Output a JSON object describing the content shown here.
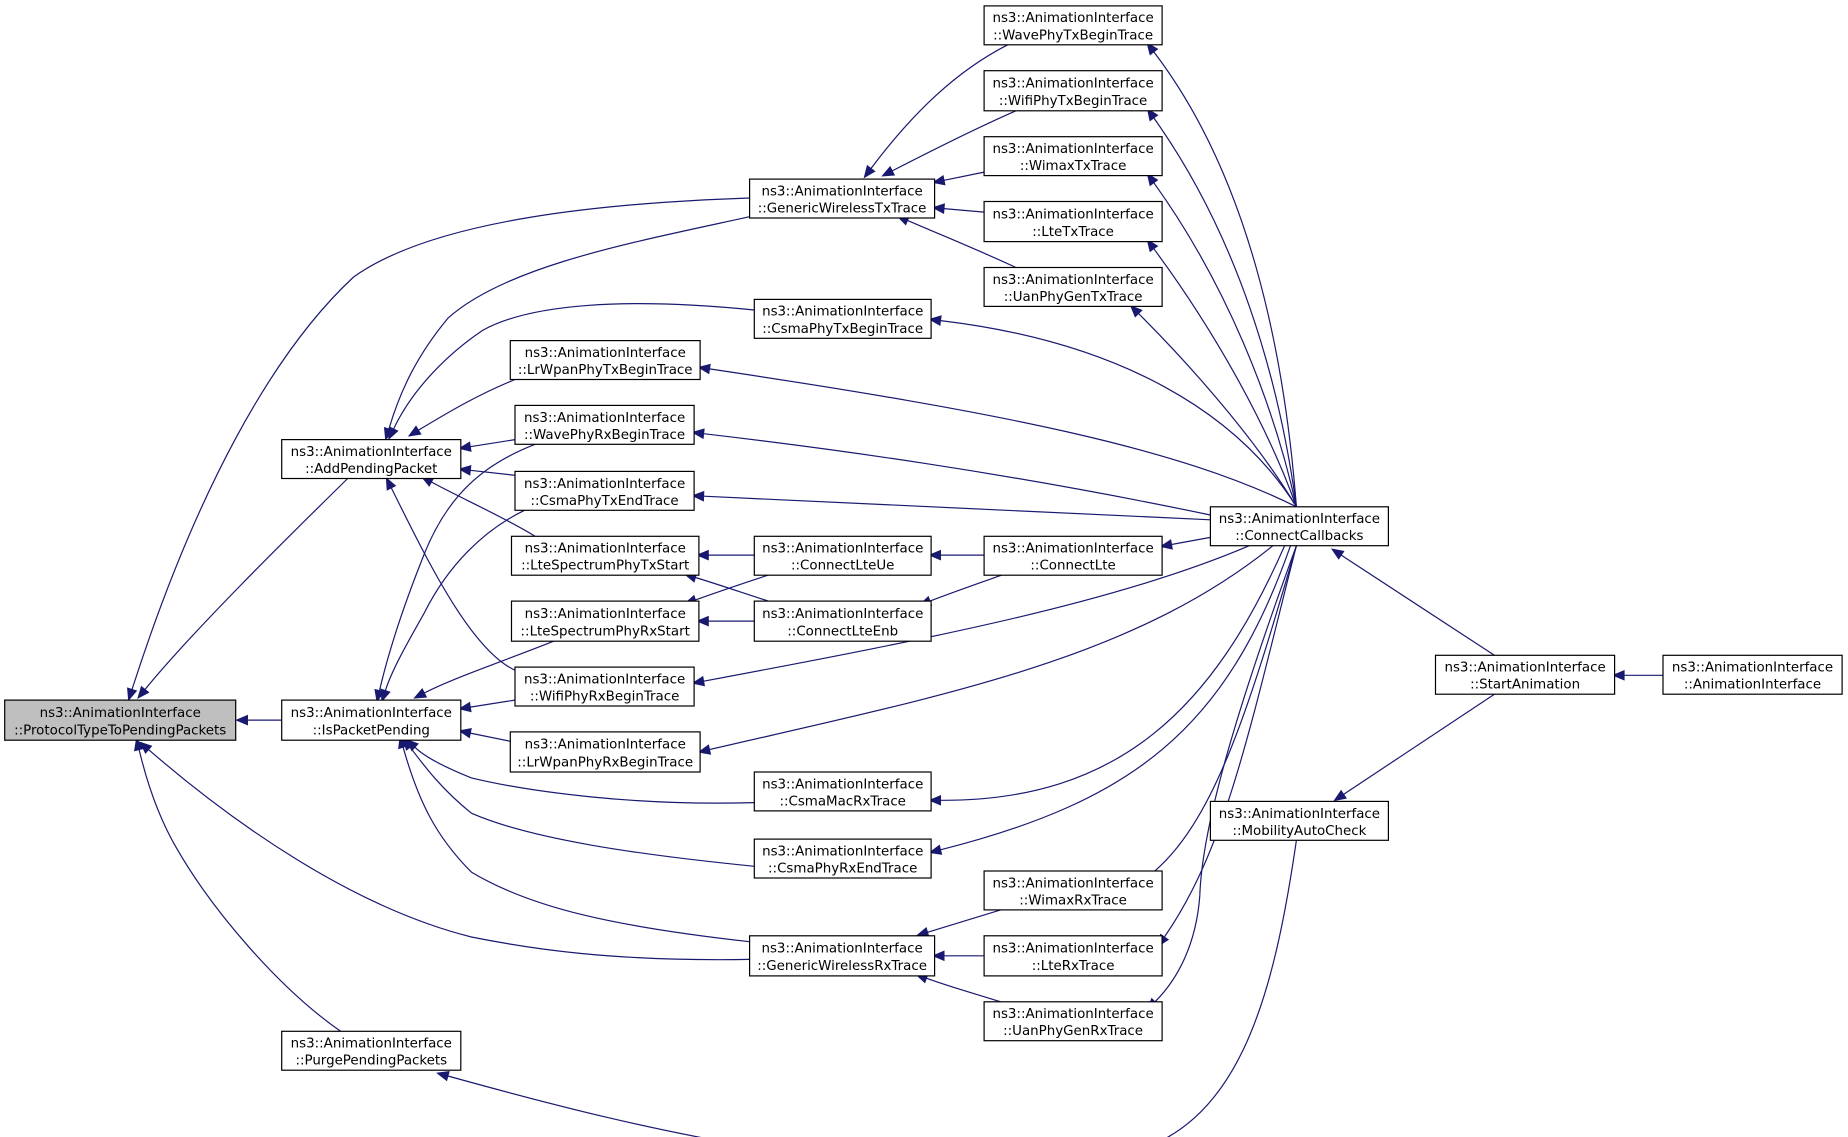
{
  "diagram": {
    "type": "call-graph",
    "colors": {
      "edge": "#191970",
      "node_border": "#000000",
      "node_fill": "#ffffff",
      "root_fill": "#bfbfbf"
    },
    "nodes": [
      {
        "id": "ProtocolTypeToPendingPackets",
        "line1": "ns3::AnimationInterface",
        "line2": "::ProtocolTypeToPendingPackets",
        "root": true
      },
      {
        "id": "AddPendingPacket",
        "line1": "ns3::AnimationInterface",
        "line2": "::AddPendingPacket"
      },
      {
        "id": "IsPacketPending",
        "line1": "ns3::AnimationInterface",
        "line2": "::IsPacketPending"
      },
      {
        "id": "PurgePendingPackets",
        "line1": "ns3::AnimationInterface",
        "line2": "::PurgePendingPackets"
      },
      {
        "id": "GenericWirelessTxTrace",
        "line1": "ns3::AnimationInterface",
        "line2": "::GenericWirelessTxTrace"
      },
      {
        "id": "CsmaPhyTxBeginTrace",
        "line1": "ns3::AnimationInterface",
        "line2": "::CsmaPhyTxBeginTrace"
      },
      {
        "id": "LrWpanPhyTxBeginTrace",
        "line1": "ns3::AnimationInterface",
        "line2": "::LrWpanPhyTxBeginTrace"
      },
      {
        "id": "WavePhyRxBeginTrace",
        "line1": "ns3::AnimationInterface",
        "line2": "::WavePhyRxBeginTrace"
      },
      {
        "id": "CsmaPhyTxEndTrace",
        "line1": "ns3::AnimationInterface",
        "line2": "::CsmaPhyTxEndTrace"
      },
      {
        "id": "LteSpectrumPhyTxStart",
        "line1": "ns3::AnimationInterface",
        "line2": "::LteSpectrumPhyTxStart"
      },
      {
        "id": "LteSpectrumPhyRxStart",
        "line1": "ns3::AnimationInterface",
        "line2": "::LteSpectrumPhyRxStart"
      },
      {
        "id": "WifiPhyRxBeginTrace",
        "line1": "ns3::AnimationInterface",
        "line2": "::WifiPhyRxBeginTrace"
      },
      {
        "id": "LrWpanPhyRxBeginTrace",
        "line1": "ns3::AnimationInterface",
        "line2": "::LrWpanPhyRxBeginTrace"
      },
      {
        "id": "CsmaMacRxTrace",
        "line1": "ns3::AnimationInterface",
        "line2": "::CsmaMacRxTrace"
      },
      {
        "id": "CsmaPhyRxEndTrace",
        "line1": "ns3::AnimationInterface",
        "line2": "::CsmaPhyRxEndTrace"
      },
      {
        "id": "GenericWirelessRxTrace",
        "line1": "ns3::AnimationInterface",
        "line2": "::GenericWirelessRxTrace"
      },
      {
        "id": "ConnectLteUe",
        "line1": "ns3::AnimationInterface",
        "line2": "::ConnectLteUe"
      },
      {
        "id": "ConnectLteEnb",
        "line1": "ns3::AnimationInterface",
        "line2": "::ConnectLteEnb"
      },
      {
        "id": "WavePhyTxBeginTrace",
        "line1": "ns3::AnimationInterface",
        "line2": "::WavePhyTxBeginTrace"
      },
      {
        "id": "WifiPhyTxBeginTrace",
        "line1": "ns3::AnimationInterface",
        "line2": "::WifiPhyTxBeginTrace"
      },
      {
        "id": "WimaxTxTrace",
        "line1": "ns3::AnimationInterface",
        "line2": "::WimaxTxTrace"
      },
      {
        "id": "LteTxTrace",
        "line1": "ns3::AnimationInterface",
        "line2": "::LteTxTrace"
      },
      {
        "id": "UanPhyGenTxTrace",
        "line1": "ns3::AnimationInterface",
        "line2": "::UanPhyGenTxTrace"
      },
      {
        "id": "ConnectLte",
        "line1": "ns3::AnimationInterface",
        "line2": "::ConnectLte"
      },
      {
        "id": "WimaxRxTrace",
        "line1": "ns3::AnimationInterface",
        "line2": "::WimaxRxTrace"
      },
      {
        "id": "LteRxTrace",
        "line1": "ns3::AnimationInterface",
        "line2": "::LteRxTrace"
      },
      {
        "id": "UanPhyGenRxTrace",
        "line1": "ns3::AnimationInterface",
        "line2": "::UanPhyGenRxTrace"
      },
      {
        "id": "ConnectCallbacks",
        "line1": "ns3::AnimationInterface",
        "line2": "::ConnectCallbacks"
      },
      {
        "id": "MobilityAutoCheck",
        "line1": "ns3::AnimationInterface",
        "line2": "::MobilityAutoCheck"
      },
      {
        "id": "StartAnimation",
        "line1": "ns3::AnimationInterface",
        "line2": "::StartAnimation"
      },
      {
        "id": "AnimationInterface",
        "line1": "ns3::AnimationInterface",
        "line2": "::AnimationInterface"
      }
    ],
    "edges": [
      {
        "from": "AddPendingPacket",
        "to": "ProtocolTypeToPendingPackets"
      },
      {
        "from": "IsPacketPending",
        "to": "ProtocolTypeToPendingPackets"
      },
      {
        "from": "PurgePendingPackets",
        "to": "ProtocolTypeToPendingPackets"
      },
      {
        "from": "GenericWirelessTxTrace",
        "to": "ProtocolTypeToPendingPackets"
      },
      {
        "from": "GenericWirelessRxTrace",
        "to": "ProtocolTypeToPendingPackets"
      },
      {
        "from": "GenericWirelessTxTrace",
        "to": "AddPendingPacket"
      },
      {
        "from": "CsmaPhyTxBeginTrace",
        "to": "AddPendingPacket"
      },
      {
        "from": "LrWpanPhyTxBeginTrace",
        "to": "AddPendingPacket"
      },
      {
        "from": "WavePhyRxBeginTrace",
        "to": "AddPendingPacket"
      },
      {
        "from": "CsmaPhyTxEndTrace",
        "to": "AddPendingPacket"
      },
      {
        "from": "LteSpectrumPhyTxStart",
        "to": "AddPendingPacket"
      },
      {
        "from": "WifiPhyRxBeginTrace",
        "to": "AddPendingPacket"
      },
      {
        "from": "WavePhyRxBeginTrace",
        "to": "IsPacketPending"
      },
      {
        "from": "CsmaPhyTxEndTrace",
        "to": "IsPacketPending"
      },
      {
        "from": "LteSpectrumPhyRxStart",
        "to": "IsPacketPending"
      },
      {
        "from": "WifiPhyRxBeginTrace",
        "to": "IsPacketPending"
      },
      {
        "from": "LrWpanPhyRxBeginTrace",
        "to": "IsPacketPending"
      },
      {
        "from": "CsmaMacRxTrace",
        "to": "IsPacketPending"
      },
      {
        "from": "CsmaPhyRxEndTrace",
        "to": "IsPacketPending"
      },
      {
        "from": "GenericWirelessRxTrace",
        "to": "IsPacketPending"
      },
      {
        "from": "WavePhyTxBeginTrace",
        "to": "GenericWirelessTxTrace"
      },
      {
        "from": "WifiPhyTxBeginTrace",
        "to": "GenericWirelessTxTrace"
      },
      {
        "from": "WimaxTxTrace",
        "to": "GenericWirelessTxTrace"
      },
      {
        "from": "LteTxTrace",
        "to": "GenericWirelessTxTrace"
      },
      {
        "from": "UanPhyGenTxTrace",
        "to": "GenericWirelessTxTrace"
      },
      {
        "from": "WimaxRxTrace",
        "to": "GenericWirelessRxTrace"
      },
      {
        "from": "LteRxTrace",
        "to": "GenericWirelessRxTrace"
      },
      {
        "from": "UanPhyGenRxTrace",
        "to": "GenericWirelessRxTrace"
      },
      {
        "from": "ConnectLteUe",
        "to": "LteSpectrumPhyTxStart"
      },
      {
        "from": "ConnectLteUe",
        "to": "LteSpectrumPhyRxStart"
      },
      {
        "from": "ConnectLteEnb",
        "to": "LteSpectrumPhyTxStart"
      },
      {
        "from": "ConnectLteEnb",
        "to": "LteSpectrumPhyRxStart"
      },
      {
        "from": "ConnectLte",
        "to": "ConnectLteUe"
      },
      {
        "from": "ConnectLte",
        "to": "ConnectLteEnb"
      },
      {
        "from": "ConnectCallbacks",
        "to": "WavePhyTxBeginTrace"
      },
      {
        "from": "ConnectCallbacks",
        "to": "WifiPhyTxBeginTrace"
      },
      {
        "from": "ConnectCallbacks",
        "to": "WimaxTxTrace"
      },
      {
        "from": "ConnectCallbacks",
        "to": "LteTxTrace"
      },
      {
        "from": "ConnectCallbacks",
        "to": "UanPhyGenTxTrace"
      },
      {
        "from": "ConnectCallbacks",
        "to": "CsmaPhyTxBeginTrace"
      },
      {
        "from": "ConnectCallbacks",
        "to": "LrWpanPhyTxBeginTrace"
      },
      {
        "from": "ConnectCallbacks",
        "to": "WavePhyRxBeginTrace"
      },
      {
        "from": "ConnectCallbacks",
        "to": "CsmaPhyTxEndTrace"
      },
      {
        "from": "ConnectCallbacks",
        "to": "ConnectLte"
      },
      {
        "from": "ConnectCallbacks",
        "to": "WifiPhyRxBeginTrace"
      },
      {
        "from": "ConnectCallbacks",
        "to": "LrWpanPhyRxBeginTrace"
      },
      {
        "from": "ConnectCallbacks",
        "to": "CsmaMacRxTrace"
      },
      {
        "from": "ConnectCallbacks",
        "to": "CsmaPhyRxEndTrace"
      },
      {
        "from": "ConnectCallbacks",
        "to": "WimaxRxTrace"
      },
      {
        "from": "ConnectCallbacks",
        "to": "LteRxTrace"
      },
      {
        "from": "ConnectCallbacks",
        "to": "UanPhyGenRxTrace"
      },
      {
        "from": "MobilityAutoCheck",
        "to": "PurgePendingPackets"
      },
      {
        "from": "StartAnimation",
        "to": "ConnectCallbacks"
      },
      {
        "from": "StartAnimation",
        "to": "MobilityAutoCheck"
      },
      {
        "from": "AnimationInterface",
        "to": "StartAnimation"
      }
    ]
  }
}
